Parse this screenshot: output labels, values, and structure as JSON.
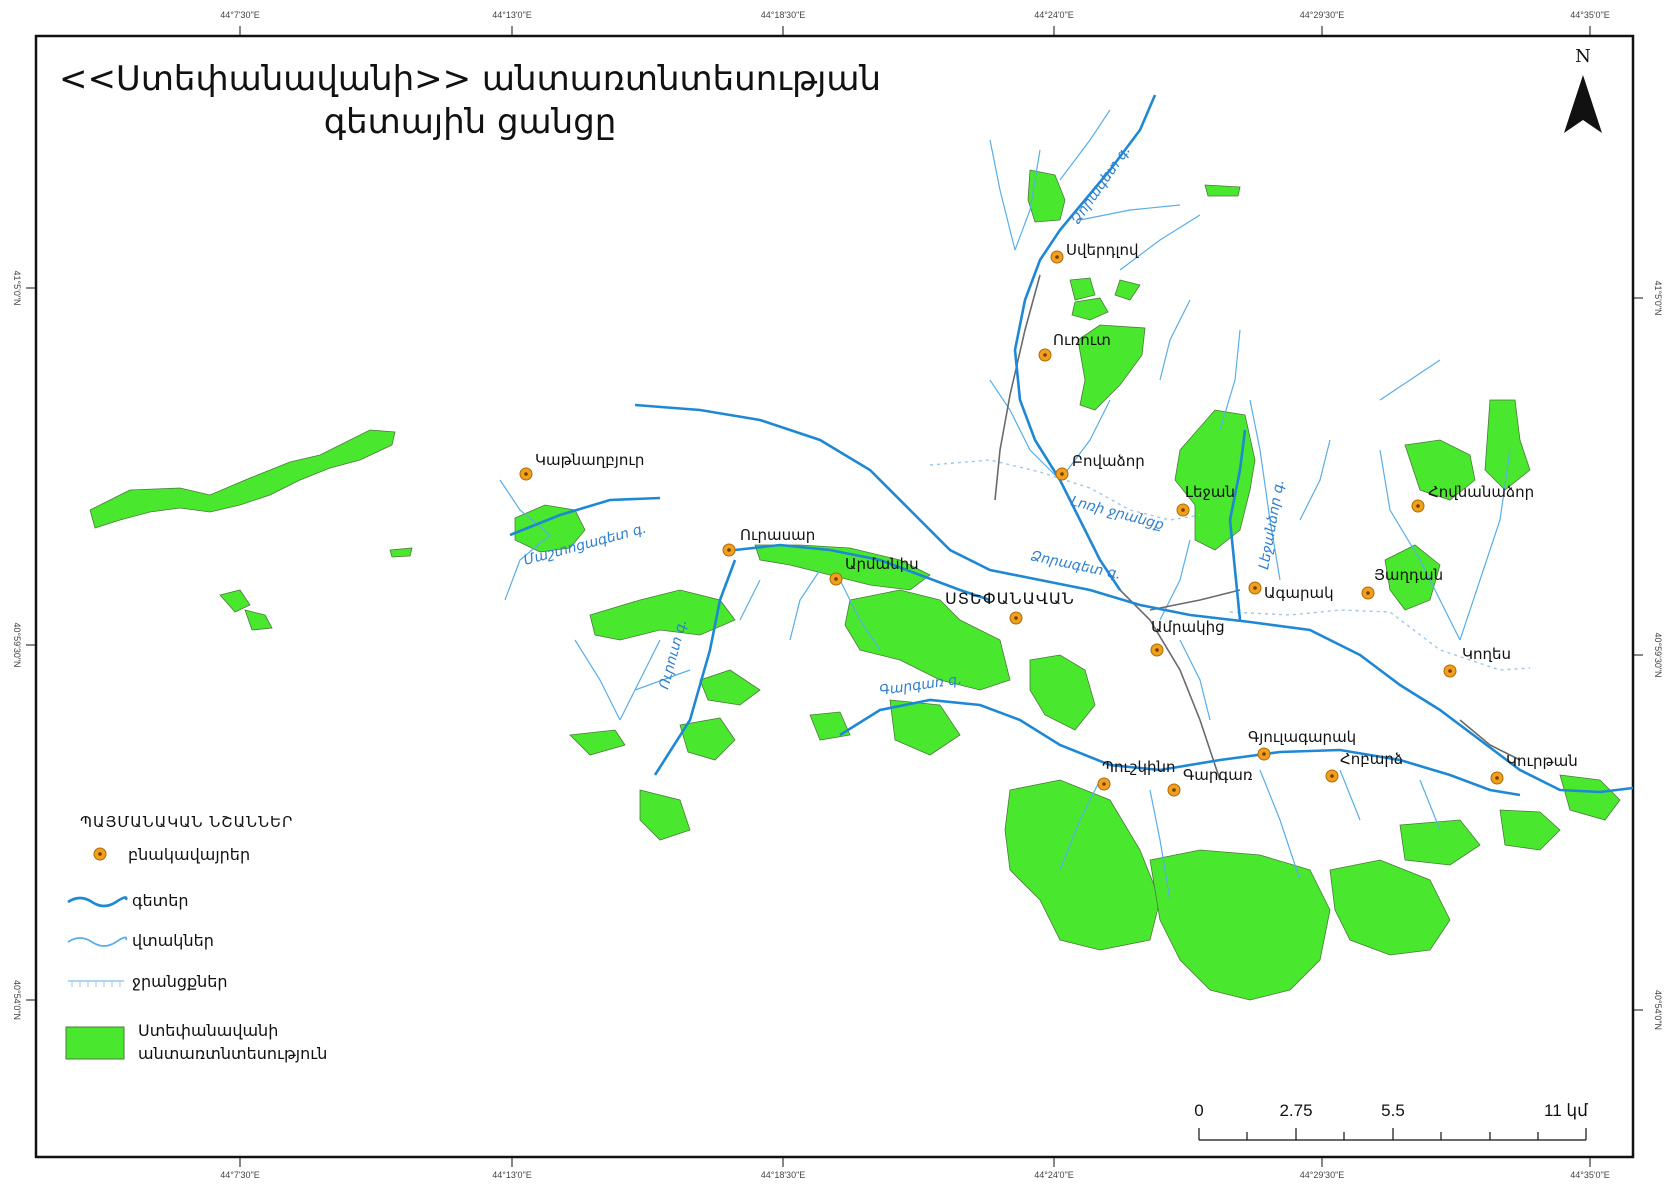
{
  "title": {
    "line1": "<<Ստեփանավանի>> անտառտնտեսության",
    "line2": "գետային ցանցը"
  },
  "north_label": "N",
  "colors": {
    "forest": "#49e82e",
    "river": "#1f88d4",
    "stream": "#5aaee8",
    "road": "#6a6a6a",
    "settlement_fill": "#f0a020",
    "settlement_dot": "#7a3c00",
    "frame": "#111111"
  },
  "coords": {
    "top": [
      "44°7'30\"E",
      "44°13'0\"E",
      "44°18'30\"E",
      "44°24'0\"E",
      "44°29'30\"E",
      "44°35'0\"E"
    ],
    "bottom": [
      "44°7'30\"E",
      "44°13'0\"E",
      "44°18'30\"E",
      "44°24'0\"E",
      "44°29'30\"E",
      "44°35'0\"E"
    ],
    "left": [
      "41°5'0\"N",
      "40°59'30\"N",
      "40°54'0\"N"
    ],
    "right": [
      "41°5'0\"N",
      "40°59'30\"N",
      "40°54'0\"N"
    ]
  },
  "settlements": {
    "sverdlov": "Սվերդլով",
    "urut": "Ուռուտ",
    "bovadzor": "Բովաձոր",
    "katnaghbyur": "Կաթնաղբյուր",
    "urasar": "Ուրասար",
    "armanis": "Արմանիս",
    "stepanavan": "ՍՏԵՓԱՆԱՎԱՆ",
    "lejan": "Լեջան",
    "agarak": "Ագարակ",
    "yaghdan": "Յաղդան",
    "hovnanadzor": "Հովնանաձոր",
    "amrakits": "Ամրակից",
    "koghes": "Կողես",
    "gyulagarak": "Գյուլագարակ",
    "hobardz": "Հոբարձ",
    "kurtan": "Կուրթան",
    "pushkino": "Պուշկինո",
    "gargar": "Գարգառ"
  },
  "rivers": {
    "chichkan": "Ձորագետ գ.",
    "dzoraget": "Ձորագետ գ.",
    "mashtots": "Մաշտոցագետ գ.",
    "lori": "Լոռի ջրանցք",
    "gargar": "Գարգառ գ.",
    "urut": "Ուրուտ գ.",
    "lejan": "Լեջանձոր գ."
  },
  "legend": {
    "title": "ՊԱՅՄԱՆԱԿԱՆ ՆՇԱՆՆԵՐ",
    "items": [
      {
        "label": "բնակավայրեր"
      },
      {
        "label": "գետեր"
      },
      {
        "label": "վտակներ"
      },
      {
        "label": "ջրանցքներ"
      },
      {
        "label": "Ստեփանավանի",
        "label2": "անտառտնտեսություն"
      }
    ]
  },
  "scale": {
    "labels": [
      "0",
      "2.75",
      "5.5",
      "11 կմ"
    ]
  }
}
